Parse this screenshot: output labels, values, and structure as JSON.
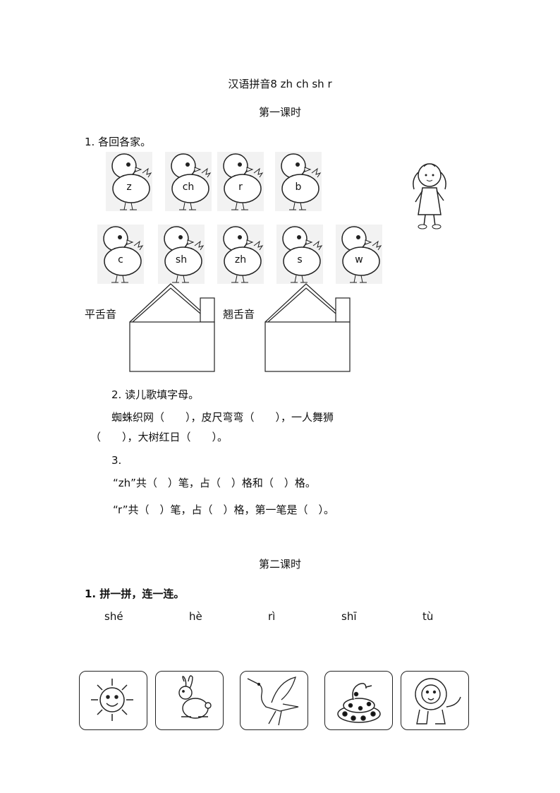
{
  "header": {
    "title": "汉语拼音8 zh ch sh r",
    "lesson1": "第一课时",
    "lesson2": "第二课时"
  },
  "section1": {
    "heading": "1. 各回各家。",
    "row1": [
      "z",
      "ch",
      "r",
      "b"
    ],
    "row2": [
      "c",
      "sh",
      "zh",
      "s",
      "w"
    ],
    "house_left_label": "平舌音",
    "house_right_label": "翘舌音"
  },
  "section2": {
    "heading": "2. 读儿歌填字母。",
    "line1": "蜘蛛织网（　　），皮尺弯弯（　　），一人舞狮",
    "line2": "（　　），大树红日（　　）。"
  },
  "section3": {
    "heading": "3.",
    "line1": "“zh”共（　）笔，占（　）格和（　）格。",
    "line2": "“r”共（　）笔，占（　）格，第一笔是（　）。"
  },
  "lesson2_section1": {
    "heading": "1. 拼一拼，连一连。",
    "pinyin": [
      "shé",
      "hè",
      "rì",
      "shī",
      "tù"
    ],
    "pictures": [
      "sun-icon",
      "rabbit-icon",
      "crane-icon",
      "snake-icon",
      "lion-icon"
    ]
  }
}
